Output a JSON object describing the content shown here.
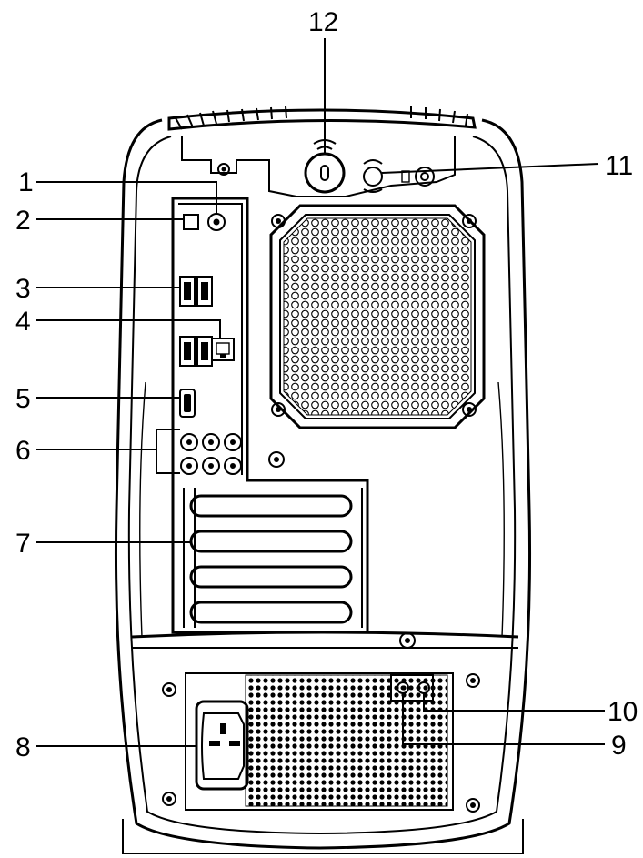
{
  "diagram": {
    "callouts": [
      {
        "id": "callout-1",
        "number": "1"
      },
      {
        "id": "callout-2",
        "number": "2"
      },
      {
        "id": "callout-3",
        "number": "3"
      },
      {
        "id": "callout-4",
        "number": "4"
      },
      {
        "id": "callout-5",
        "number": "5"
      },
      {
        "id": "callout-6",
        "number": "6"
      },
      {
        "id": "callout-7",
        "number": "7"
      },
      {
        "id": "callout-8",
        "number": "8"
      },
      {
        "id": "callout-9",
        "number": "9"
      },
      {
        "id": "callout-10",
        "number": "10"
      },
      {
        "id": "callout-11",
        "number": "11"
      },
      {
        "id": "callout-12",
        "number": "12"
      }
    ],
    "colors": {
      "line": "#000000",
      "background": "#ffffff"
    }
  }
}
